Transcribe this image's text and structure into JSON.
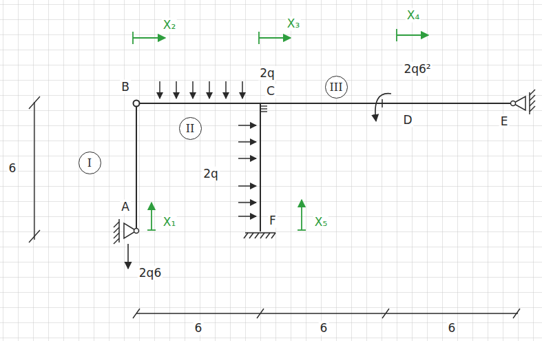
{
  "diagram": {
    "nodes": [
      {
        "text": [
          "I"
        ]
      },
      {
        "text": [
          "II"
        ]
      },
      {
        "text": [
          "III"
        ]
      }
    ],
    "labels": [
      "X₂",
      "X₃",
      "X₄",
      "2q",
      "B",
      "C",
      "2q6²",
      "D",
      "E",
      "2q",
      "A",
      "X₁",
      "F",
      "X₅",
      "2q6",
      "6",
      "6",
      "6",
      "6"
    ]
  }
}
